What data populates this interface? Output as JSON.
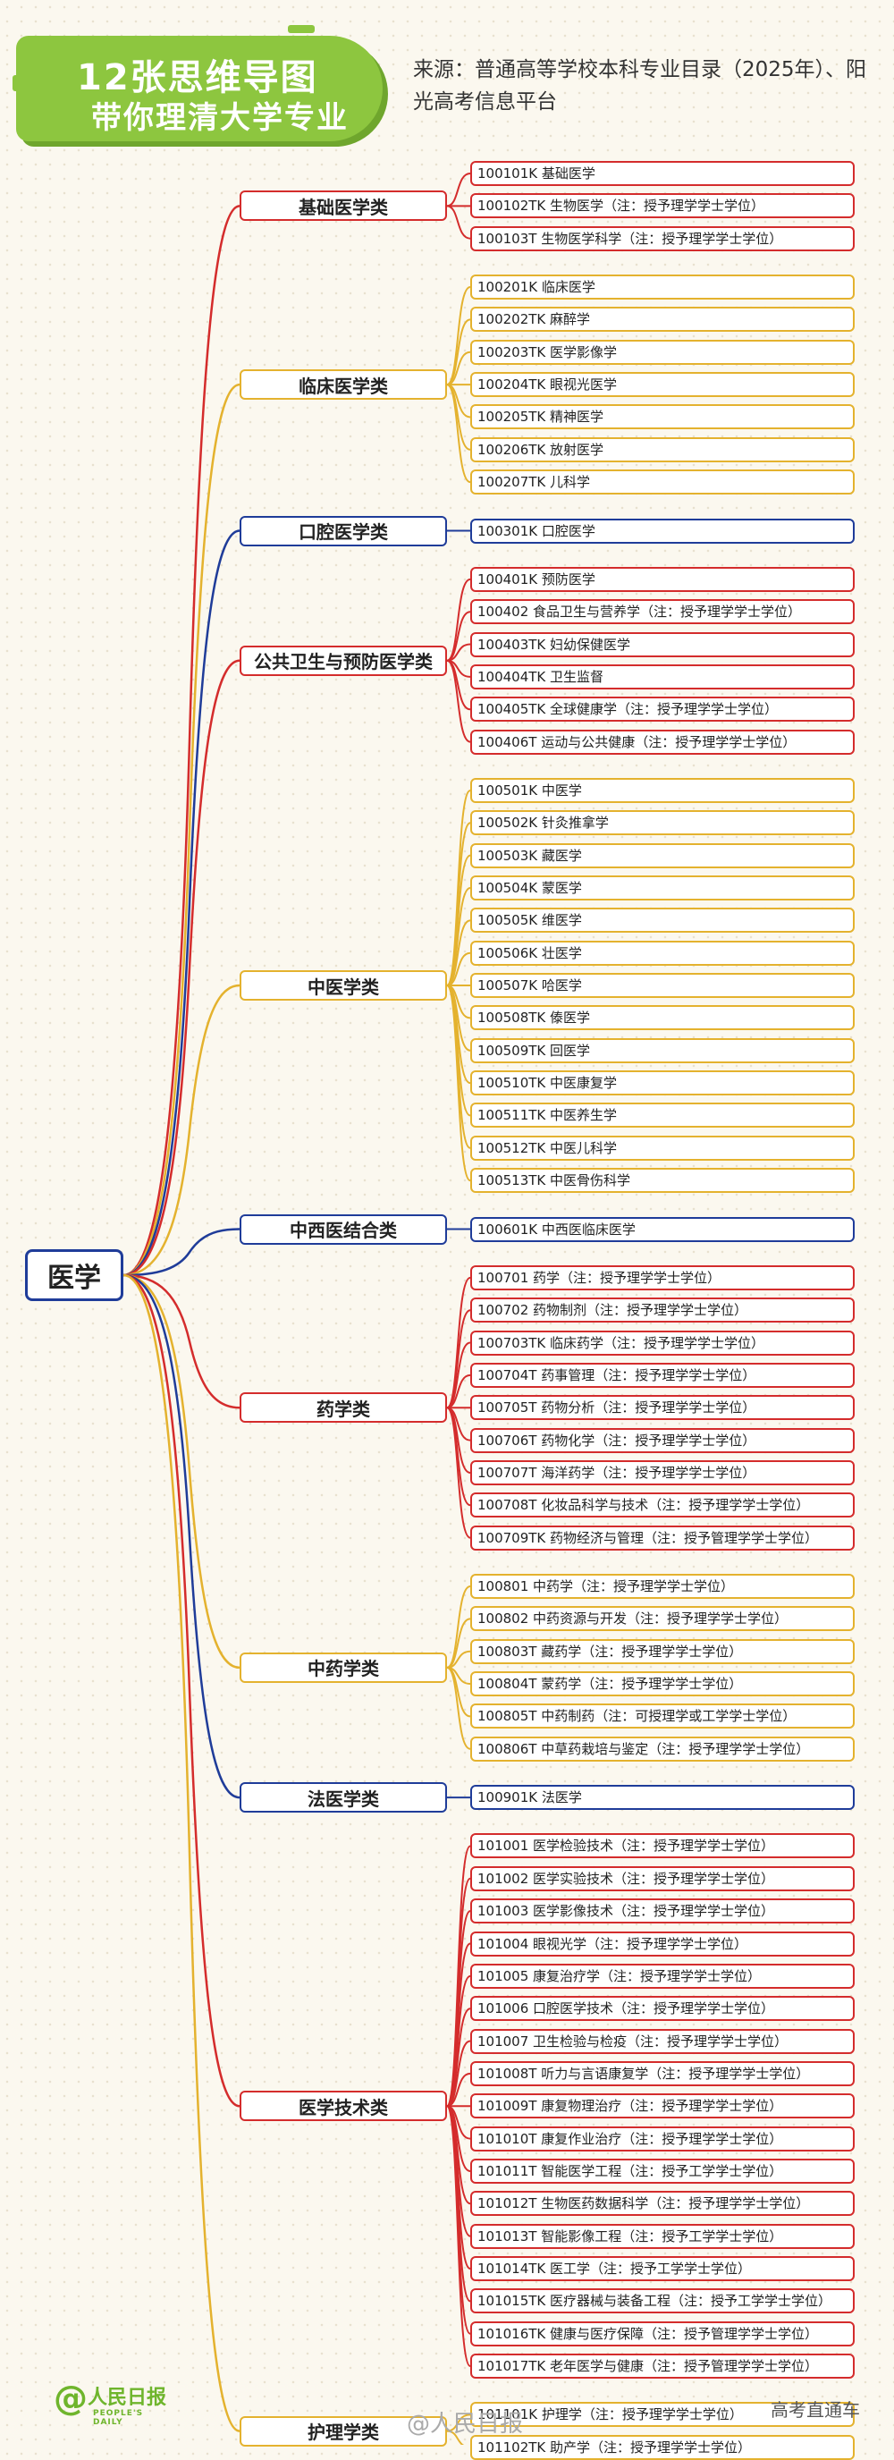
{
  "banner": {
    "line1": "12张思维导图",
    "line2": "带你理清大学专业"
  },
  "source": {
    "text": "来源：普通高等学校本科专业目录（2025年）、阳光高考信息平台"
  },
  "root": {
    "label": "医学"
  },
  "colors": {
    "red": "#d42c2c",
    "yellow": "#e4b22e",
    "blue": "#1f3c99",
    "banner": "#8dc63f"
  },
  "categories": [
    {
      "label": "基础医学类",
      "color": "red",
      "items": [
        "100101K 基础医学",
        "100102TK 生物医学（注：授予理学学士学位）",
        "100103T 生物医学科学（注：授予理学学士学位）"
      ]
    },
    {
      "label": "临床医学类",
      "color": "yellow",
      "items": [
        "100201K 临床医学",
        "100202TK 麻醉学",
        "100203TK 医学影像学",
        "100204TK 眼视光医学",
        "100205TK 精神医学",
        "100206TK 放射医学",
        "100207TK 儿科学"
      ]
    },
    {
      "label": "口腔医学类",
      "color": "blue",
      "items": [
        "100301K 口腔医学"
      ]
    },
    {
      "label": "公共卫生与预防医学类",
      "color": "red",
      "items": [
        "100401K 预防医学",
        "100402 食品卫生与营养学（注：授予理学学士学位）",
        "100403TK 妇幼保健医学",
        "100404TK 卫生监督",
        "100405TK 全球健康学（注：授予理学学士学位）",
        "100406T 运动与公共健康（注：授予理学学士学位）"
      ]
    },
    {
      "label": "中医学类",
      "color": "yellow",
      "items": [
        "100501K 中医学",
        "100502K 针灸推拿学",
        "100503K 藏医学",
        "100504K 蒙医学",
        "100505K 维医学",
        "100506K 壮医学",
        "100507K 哈医学",
        "100508TK 傣医学",
        "100509TK 回医学",
        "100510TK 中医康复学",
        "100511TK 中医养生学",
        "100512TK 中医儿科学",
        "100513TK 中医骨伤科学"
      ]
    },
    {
      "label": "中西医结合类",
      "color": "blue",
      "items": [
        "100601K 中西医临床医学"
      ]
    },
    {
      "label": "药学类",
      "color": "red",
      "items": [
        "100701 药学（注：授予理学学士学位）",
        "100702 药物制剂（注：授予理学学士学位）",
        "100703TK 临床药学（注：授予理学学士学位）",
        "100704T 药事管理（注：授予理学学士学位）",
        "100705T 药物分析（注：授予理学学士学位）",
        "100706T 药物化学（注：授予理学学士学位）",
        "100707T 海洋药学（注：授予理学学士学位）",
        "100708T 化妆品科学与技术（注：授予理学学士学位）",
        "100709TK 药物经济与管理（注：授予管理学学士学位）"
      ]
    },
    {
      "label": "中药学类",
      "color": "yellow",
      "items": [
        "100801 中药学（注：授予理学学士学位）",
        "100802 中药资源与开发（注：授予理学学士学位）",
        "100803T 藏药学（注：授予理学学士学位）",
        "100804T 蒙药学（注：授予理学学士学位）",
        "100805T 中药制药（注：可授理学或工学学士学位）",
        "100806T 中草药栽培与鉴定（注：授予理学学士学位）"
      ]
    },
    {
      "label": "法医学类",
      "color": "blue",
      "items": [
        "100901K 法医学"
      ]
    },
    {
      "label": "医学技术类",
      "color": "red",
      "items": [
        "101001 医学检验技术（注：授予理学学士学位）",
        "101002 医学实验技术（注：授予理学学士学位）",
        "101003 医学影像技术（注：授予理学学士学位）",
        "101004 眼视光学（注：授予理学学士学位）",
        "101005 康复治疗学（注：授予理学学士学位）",
        "101006 口腔医学技术（注：授予理学学士学位）",
        "101007 卫生检验与检疫（注：授予理学学士学位）",
        "101008T 听力与言语康复学（注：授予理学学士学位）",
        "101009T 康复物理治疗（注：授予理学学士学位）",
        "101010T 康复作业治疗（注：授予理学学士学位）",
        "101011T 智能医学工程（注：授予工学学士学位）",
        "101012T 生物医药数据科学（注：授予理学学士学位）",
        "101013T 智能影像工程（注：授予工学学士学位）",
        "101014TK 医工学（注：授予工学学士学位）",
        "101015TK 医疗器械与装备工程（注：授予工学学士学位）",
        "101016TK 健康与医疗保障（注：授予管理学学士学位）",
        "101017TK 老年医学与健康（注：授予管理学学士学位）"
      ]
    },
    {
      "label": "护理学类",
      "color": "yellow",
      "items": [
        "101101K 护理学（注：授予理学学士学位）",
        "101102TK 助产学（注：授予理学学士学位）"
      ]
    }
  ],
  "footer": {
    "logo": "人民日报",
    "logo_sub": "PEOPLE'S DAILY",
    "watermark": "@人民日报",
    "credit": "高考直通车"
  }
}
